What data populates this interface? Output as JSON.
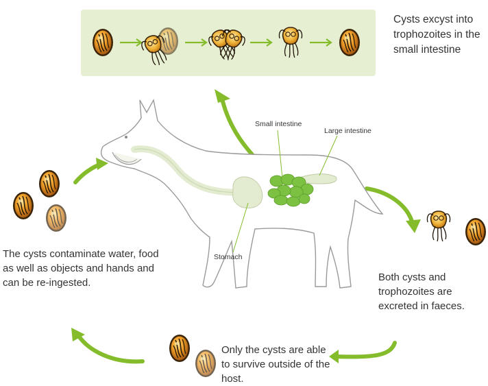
{
  "captions": {
    "excyst": "Cysts excyst into trophozoites in the small intestine",
    "contaminate": "The cysts contaminate water, food as well as objects and hands and can be re-ingested.",
    "excreted": "Both cysts and trophozoites are excreted in faeces.",
    "survive": "Only the cysts are able to survive outside of the host."
  },
  "labels": {
    "small_intestine": "Small intestine",
    "large_intestine": "Large intestine",
    "stomach": "Stomach"
  },
  "colors": {
    "panel": "#e6efd2",
    "arrow": "#84bc2c",
    "intestine": "#7cc142",
    "tract": "#e3ecd0",
    "cyst_outer": "#5a3a12",
    "cyst_fill": "#e98a12",
    "cyst_highlight": "#f6d478"
  }
}
